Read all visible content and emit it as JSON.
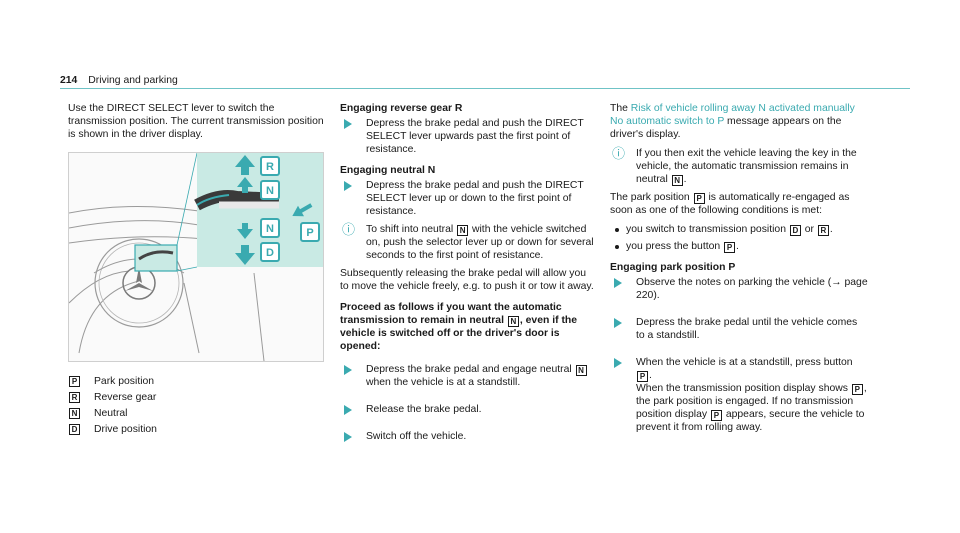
{
  "header": {
    "page_number": "214",
    "title": "Driving and parking"
  },
  "col1": {
    "intro": "Use the DIRECT SELECT lever to switch the transmission position. The current transmission position is shown in the driver display.",
    "image": {
      "labels": [
        "R",
        "N",
        "N",
        "P",
        "D"
      ]
    },
    "legend": [
      {
        "symbol": "P",
        "label": "Park position"
      },
      {
        "symbol": "R",
        "label": "Reverse gear"
      },
      {
        "symbol": "N",
        "label": "Neutral"
      },
      {
        "symbol": "D",
        "label": "Drive position"
      }
    ]
  },
  "col2": {
    "reverse_heading": "Engaging reverse gear R",
    "reverse_step": "Depress the brake pedal and push the DIRECT SELECT lever upwards past the first point of resistance.",
    "neutral_heading": "Engaging neutral N",
    "neutral_step": "Depress the brake pedal and push the DIRECT SELECT lever up or down to the first point of resistance.",
    "neutral_note_a": "To shift into neutral",
    "neutral_note_sym": "N",
    "neutral_note_b": "with the vehicle switched on, push the selector lever up or down for several seconds to the first point of resistance.",
    "release_text": "Subsequently releasing the brake pedal will allow you to move the vehicle freely, e.g. to push it or tow it away.",
    "proceed_heading_a": "Proceed as follows if you want the automatic transmission to remain in neutral",
    "proceed_heading_sym": "N",
    "proceed_heading_b": ", even if the vehicle is switched off or the driver's door is opened:",
    "step1_a": "Depress the brake pedal and engage neutral",
    "step1_sym": "N",
    "step1_b": "when the vehicle is at a standstill.",
    "step2": "Release the brake pedal.",
    "step3": "Switch off the vehicle."
  },
  "col3": {
    "the_word": "The",
    "msg_link": "Risk of vehicle rolling away N activated manually No automatic switch to P",
    "msg_rest": "message appears on the driver's display.",
    "note_a": "If you then exit the vehicle leaving the key in the vehicle, the automatic transmission remains in neutral",
    "note_sym": "N",
    "park_a": "The park position",
    "park_sym": "P",
    "park_b": "is automatically re-engaged as soon as one of the following conditions is met:",
    "b1_a": "you switch to transmission position",
    "b1_sym1": "D",
    "b1_or": "or",
    "b1_sym2": "R",
    "b2_a": "you press the button",
    "b2_sym": "P",
    "park_heading": "Engaging park position P",
    "s1": "Observe the notes on parking the vehicle (→ page 220).",
    "s2": "Depress the brake pedal until the vehicle comes to a standstill.",
    "s3_a": "When the vehicle is at a standstill, press button",
    "s3_sym": "P",
    "s3_b": "When the transmission position display shows",
    "s3_sym2": "P",
    "s3_c": ", the park position is engaged. If no transmission position display",
    "s3_sym3": "P",
    "s3_d": "appears, secure the vehicle to prevent it from rolling away."
  },
  "colors": {
    "accent": "#3aaab0",
    "image_bg": "#c9eae4"
  }
}
